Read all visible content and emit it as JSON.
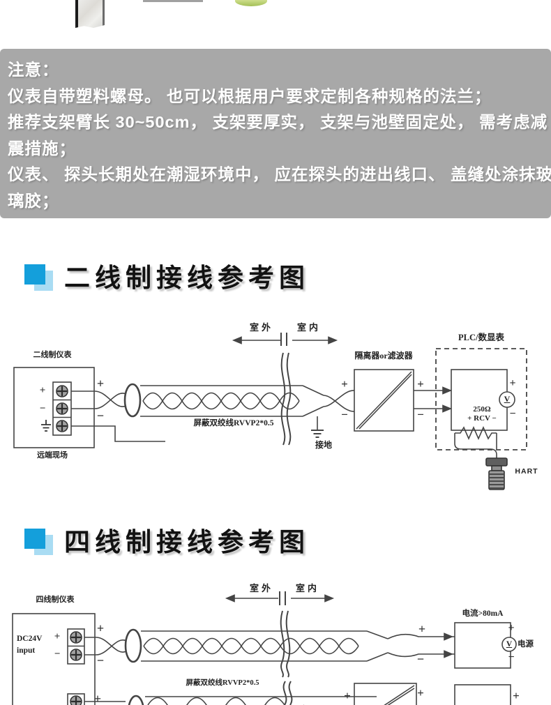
{
  "colors": {
    "accent_blue": "#149fdb",
    "accent_blue_light": "#a9dcf3",
    "notice_bg": "#a8a8a8",
    "line": "#444444"
  },
  "top": {
    "fragments": [
      "torn-photo-fragment",
      "gray-divider-line",
      "green-object-edge"
    ]
  },
  "notice": {
    "lines": [
      "注意：",
      "仪表自带塑料螺母。 也可以根据用户要求定制各种规格的法兰；",
      "推荐支架臂长 30~50cm， 支架要厚实， 支架与池壁固定处， 需考虑减",
      "震措施；",
      "仪表、 探头长期处在潮湿环境中， 应在探头的进出线口、 盖缝处涂抹玻",
      "璃胶；"
    ]
  },
  "sections": {
    "two_wire": {
      "title": "二线制接线参考图"
    },
    "four_wire": {
      "title": "四线制接线参考图"
    }
  },
  "diagram1": {
    "labels": {
      "instrument": "二线制仪表",
      "site": "远端现场",
      "t_plus": "+",
      "t_minus": "−",
      "w_plus": "+",
      "w_minus": "−",
      "outdoor": "室外",
      "indoor": "室内",
      "cable": "屏蔽双绞线RVVP2*0.5",
      "ground": "接地",
      "isolator": "隔离器or滤波器",
      "iso_in_plus": "+",
      "iso_in_minus": "−",
      "iso_out_plus": "+",
      "iso_out_minus": "−",
      "plc": "PLC/数显表",
      "resistor": "250Ω",
      "rcv": "+ RCV −",
      "meter": "V",
      "meter_plus": "+",
      "meter_minus": "−",
      "hart": "HART"
    }
  },
  "diagram2": {
    "labels": {
      "instrument": "四线制仪表",
      "supply_line1": "DC24V",
      "supply_line2": "input",
      "t_plus": "+",
      "t_minus": "−",
      "w_plus": "+",
      "w_minus": "−",
      "outdoor": "室外",
      "indoor": "室内",
      "cable": "屏蔽双绞线RVVP2*0.5",
      "current_box": "电流>80mA",
      "meter": "V",
      "power": "电源",
      "box_plus": "+",
      "box_minus": "−",
      "in_plus": "+",
      "in_minus": "−",
      "iso_left_plus": "+",
      "iso_right_plus": "+",
      "right_box_plus": "+",
      "partial_plus": "+"
    }
  }
}
